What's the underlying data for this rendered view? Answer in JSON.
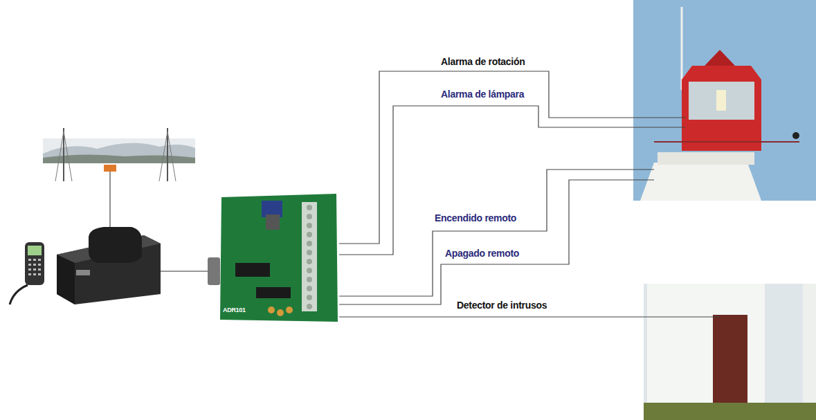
{
  "diagram": {
    "labels": [
      "Alarma de rotación",
      "Alarma de lámpara",
      "Encendido remoto",
      "Apagado remoto",
      "Detector de intrusos",
      "ADR101"
    ]
  }
}
